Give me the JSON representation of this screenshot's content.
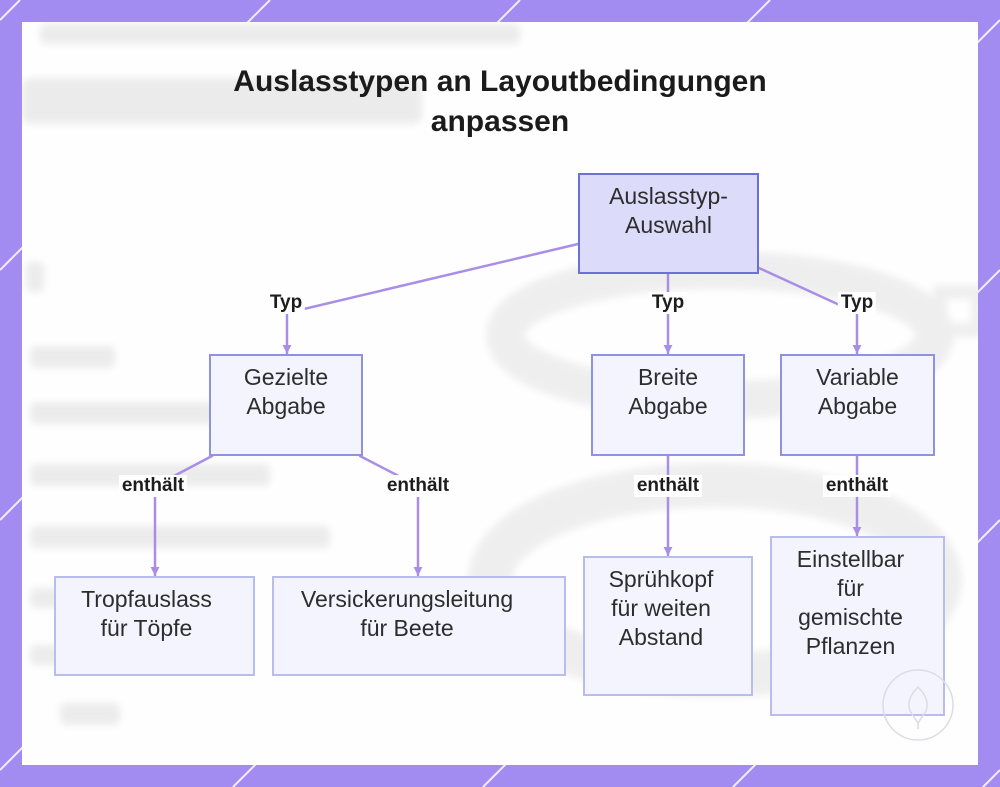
{
  "title_lines": [
    "Auslasstypen an Layoutbedingungen",
    "anpassen"
  ],
  "tree": {
    "label_lines": [
      "Auslasstyp-",
      "Auswahl"
    ],
    "children": [
      {
        "edge_label": "Typ",
        "label_lines": [
          "Gezielte",
          "Abgabe"
        ],
        "children": [
          {
            "edge_label": "enthält",
            "label_lines": [
              "Tropfauslass",
              "für Töpfe"
            ]
          },
          {
            "edge_label": "enthält",
            "label_lines": [
              "Versickerungsleitung",
              "für Beete"
            ]
          }
        ]
      },
      {
        "edge_label": "Typ",
        "label_lines": [
          "Breite",
          "Abgabe"
        ],
        "children": [
          {
            "edge_label": "enthält",
            "label_lines": [
              "Sprühkopf",
              "für weiten",
              "Abstand"
            ]
          }
        ]
      },
      {
        "edge_label": "Typ",
        "label_lines": [
          "Variable",
          "Abgabe"
        ],
        "children": [
          {
            "edge_label": "enthält",
            "label_lines": [
              "Einstellbar",
              "für",
              "gemischte",
              "Pflanzen"
            ]
          }
        ]
      }
    ]
  },
  "colors": {
    "frame": "#a28cf2",
    "frame_lines": "#ffffff",
    "panel": "#fefefe",
    "root_fill": "#dcdcfa",
    "root_stroke": "#6d70d6",
    "node_fill": "#f3f4fd",
    "node_stroke": "#8e92e2",
    "leaf_stroke": "#b9bdee",
    "edge": "#a98ee8",
    "text": "#2d2d2d",
    "title": "#1b1b1b",
    "edge_label": "#1d1d1d"
  }
}
